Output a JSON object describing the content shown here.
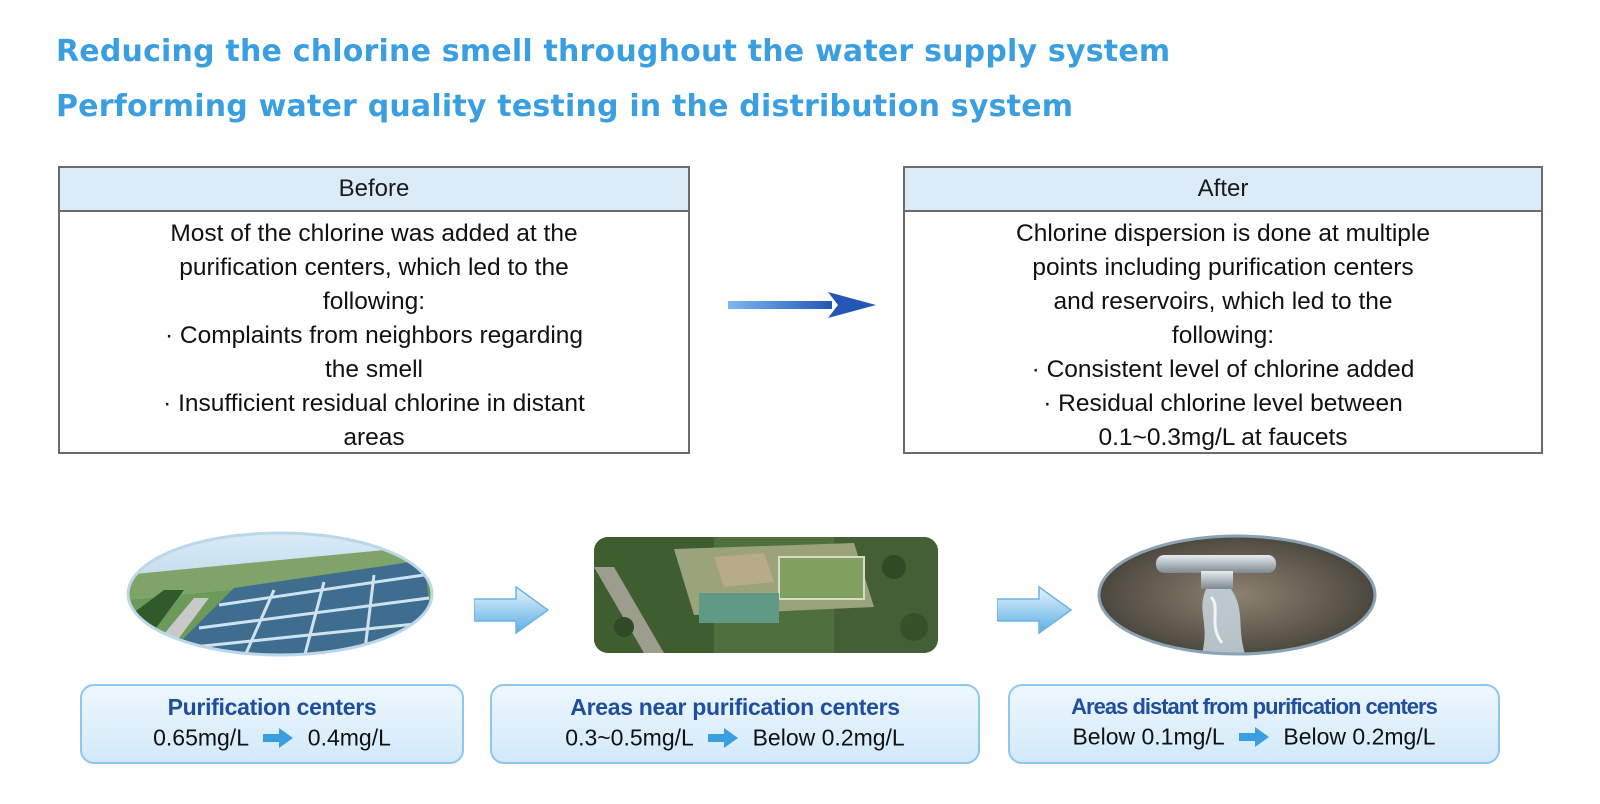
{
  "headings": {
    "line1": "Reducing the chlorine smell throughout the water supply system",
    "line2": "Performing water quality testing in the distribution system"
  },
  "before": {
    "title": "Before",
    "lines": [
      "Most of the chlorine was added at the",
      "purification centers, which led to the",
      "following:",
      "· Complaints from neighbors regarding",
      "the smell",
      "· Insufficient residual chlorine in distant",
      "areas"
    ]
  },
  "after": {
    "title": "After",
    "lines": [
      "Chlorine dispersion is done at multiple",
      "points including purification centers",
      "and reservoirs, which led to the",
      "following:",
      "· Consistent level of chlorine added",
      "· Residual chlorine level between",
      "0.1~0.3mg/L at faucets"
    ]
  },
  "stages": [
    {
      "title": "Purification centers",
      "from": "0.65mg/L",
      "to": "0.4mg/L"
    },
    {
      "title": "Areas near purification centers",
      "from": "0.3~0.5mg/L",
      "to": "Below 0.2mg/L"
    },
    {
      "title": "Areas distant from purification centers",
      "from": "Below 0.1mg/L",
      "to": "Below 0.2mg/L"
    }
  ],
  "colors": {
    "heading": "#3a9fe0",
    "header_fill": "#dcebf8",
    "label_title": "#1f4e9e",
    "arrow": "#3a8fe0"
  },
  "icons": {
    "main_arrow": "right-arrow-icon",
    "step_arrow": "block-arrow-right-icon",
    "value_arrow": "small-arrow-right-icon"
  }
}
